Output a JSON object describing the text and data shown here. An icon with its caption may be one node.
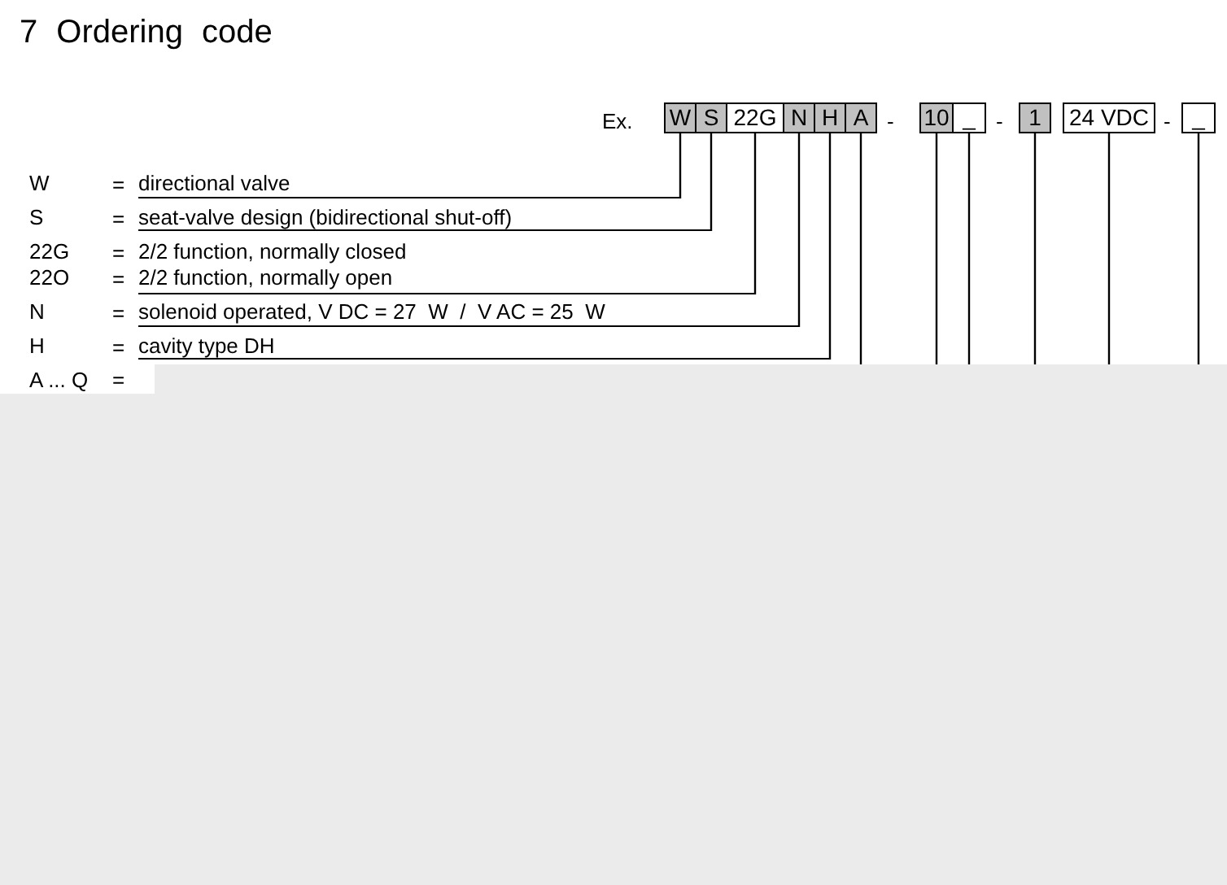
{
  "diagram": {
    "title": "7 Ordering code",
    "nodes": [
      {
        "text": [
          "W"
        ]
      },
      {
        "text": [
          "S"
        ]
      },
      {
        "text": [
          "22G"
        ]
      },
      {
        "text": [
          "N"
        ]
      },
      {
        "text": [
          "H"
        ]
      },
      {
        "text": [
          "A"
        ]
      },
      {
        "text": [
          "10"
        ]
      },
      {
        "text": [
          "_"
        ]
      },
      {
        "text": [
          "1"
        ]
      },
      {
        "text": [
          "24 VDC"
        ]
      },
      {
        "text": [
          "_"
        ]
      },
      {
        "text": [
          "W",
          "directional valve"
        ]
      },
      {
        "text": [
          "S",
          "seat-valve design (bidirectional shut-off)"
        ]
      },
      {
        "text": [
          "22G",
          "2/2 function, normally closed",
          "22O",
          "2/2 function, normally open"
        ]
      },
      {
        "text": [
          "N",
          "solenoid operated, V DC = 27  W  /  V AC = 25  W"
        ]
      },
      {
        "text": [
          "H",
          "cavity type DH"
        ]
      }
    ],
    "edges": [
      {
        "from": 0,
        "to": 11,
        "arrow": "none"
      },
      {
        "from": 1,
        "to": 12,
        "arrow": "none"
      },
      {
        "from": 2,
        "to": 13,
        "arrow": "none"
      },
      {
        "from": 3,
        "to": 14,
        "arrow": "none"
      },
      {
        "from": 4,
        "to": 15,
        "arrow": "none"
      },
      {
        "from": 5,
        "to": null,
        "arrow": "none"
      },
      {
        "from": 6,
        "to": null,
        "arrow": "none"
      },
      {
        "from": 7,
        "to": null,
        "arrow": "none"
      },
      {
        "from": 8,
        "to": null,
        "arrow": "none"
      },
      {
        "from": 9,
        "to": null,
        "arrow": "none"
      },
      {
        "from": 10,
        "to": null,
        "arrow": "none"
      }
    ],
    "labels": [
      "Ex.",
      "-",
      "-",
      "-",
      "=",
      "=",
      "=",
      "=",
      "=",
      "=",
      "A ... Q",
      "="
    ]
  }
}
